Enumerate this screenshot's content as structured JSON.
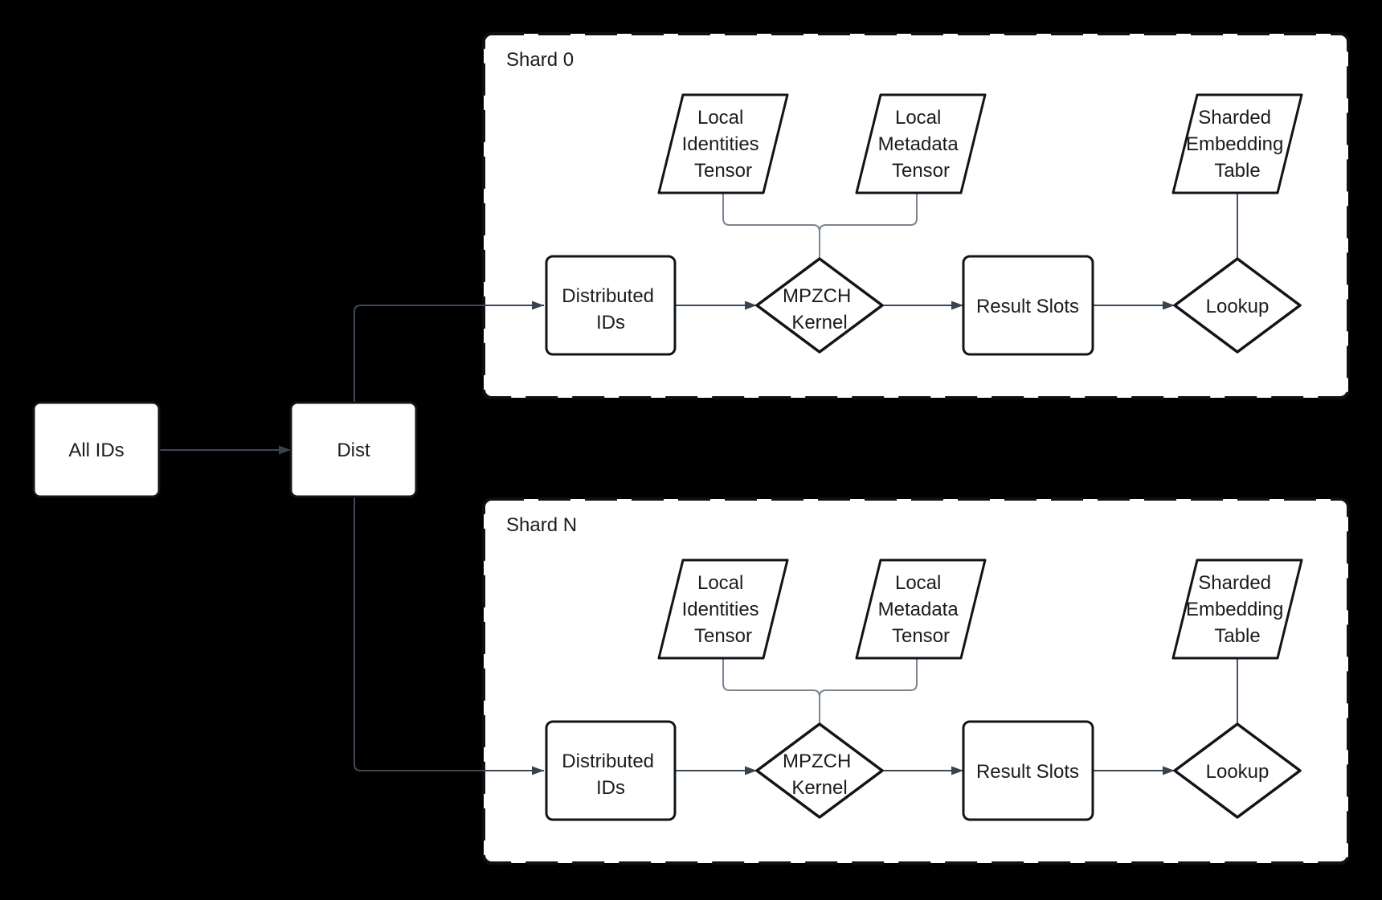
{
  "canvas": {
    "background": "#000000"
  },
  "palette": {
    "panel_fill": "#ffffff",
    "panel_border": "#0f1013",
    "node_border": "#111418",
    "arrow_line": "#3f4855",
    "arrowhead": "#3a4250",
    "merge_line": "#7d8591",
    "text": "#1a1c20"
  },
  "source_node": {
    "label": "All IDs"
  },
  "dist_node": {
    "label": "Dist"
  },
  "shards": [
    {
      "title": "Shard 0",
      "nodes": {
        "local_identities_tensor": {
          "lines": [
            "Local",
            "Identities",
            "Tensor"
          ]
        },
        "local_metadata_tensor": {
          "lines": [
            "Local",
            "Metadata",
            "Tensor"
          ]
        },
        "sharded_embedding_table": {
          "lines": [
            "Sharded",
            "Embedding",
            "Table"
          ]
        },
        "distributed_ids": {
          "lines": [
            "Distributed",
            "IDs"
          ]
        },
        "mpzch_kernel": {
          "lines": [
            "MPZCH",
            "Kernel"
          ]
        },
        "result_slots": {
          "label": "Result Slots"
        },
        "lookup": {
          "label": "Lookup"
        }
      }
    },
    {
      "title": "Shard N",
      "nodes": {
        "local_identities_tensor": {
          "lines": [
            "Local",
            "Identities",
            "Tensor"
          ]
        },
        "local_metadata_tensor": {
          "lines": [
            "Local",
            "Metadata",
            "Tensor"
          ]
        },
        "sharded_embedding_table": {
          "lines": [
            "Sharded",
            "Embedding",
            "Table"
          ]
        },
        "distributed_ids": {
          "lines": [
            "Distributed",
            "IDs"
          ]
        },
        "mpzch_kernel": {
          "lines": [
            "MPZCH",
            "Kernel"
          ]
        },
        "result_slots": {
          "label": "Result Slots"
        },
        "lookup": {
          "label": "Lookup"
        }
      }
    }
  ],
  "edges": [
    "All IDs -> Dist",
    "Dist -> Shard 0 Distributed IDs",
    "Dist -> Shard N Distributed IDs",
    "Distributed IDs -> MPZCH Kernel",
    "Local Identities Tensor -> MPZCH Kernel",
    "Local Metadata Tensor -> MPZCH Kernel",
    "MPZCH Kernel -> Result Slots",
    "Result Slots -> Lookup",
    "Sharded Embedding Table -> Lookup"
  ]
}
